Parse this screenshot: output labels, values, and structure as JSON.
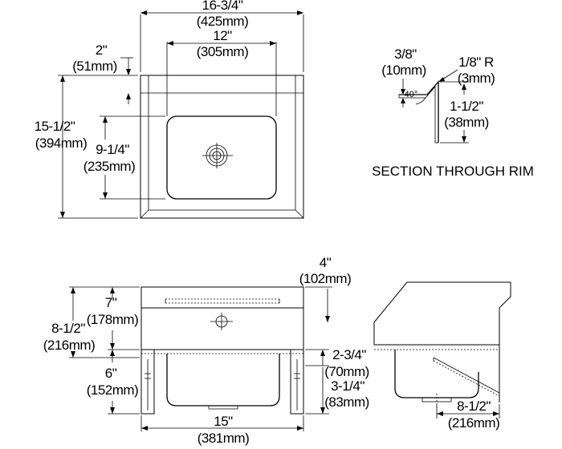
{
  "top_view": {
    "overall_width": "16-3/4\"",
    "overall_width_mm": "(425mm)",
    "bowl_width": "12\"",
    "bowl_width_mm": "(305mm)",
    "splash": "2\"",
    "splash_mm": "(51mm)",
    "overall_depth": "15-1/2\"",
    "overall_depth_mm": "(394mm)",
    "bowl_depth": "9-1/4\"",
    "bowl_depth_mm": "(235mm)"
  },
  "rim_section": {
    "flange": "3/8\"",
    "flange_mm": "(10mm)",
    "radius": "1/8\" R",
    "radius_mm": "(3mm)",
    "angle": "40°",
    "height": "1-1/2\"",
    "height_mm": "(38mm)",
    "caption": "SECTION THROUGH RIM"
  },
  "front_view": {
    "splash_height": "4\"",
    "splash_height_mm": "(102mm)",
    "upper_height": "7\"",
    "upper_height_mm": "(178mm)",
    "overall_height": "8-1/2\"",
    "overall_height_mm": "(216mm)",
    "leg_height": "6\"",
    "leg_height_mm": "(152mm)",
    "dim_a": "2-3/4\"",
    "dim_a_mm": "(70mm)",
    "dim_b": "3-1/4\"",
    "dim_b_mm": "(83mm)",
    "width": "15\"",
    "width_mm": "(381mm)"
  },
  "side_view": {
    "depth": "8-1/2\"",
    "depth_mm": "(216mm)"
  }
}
